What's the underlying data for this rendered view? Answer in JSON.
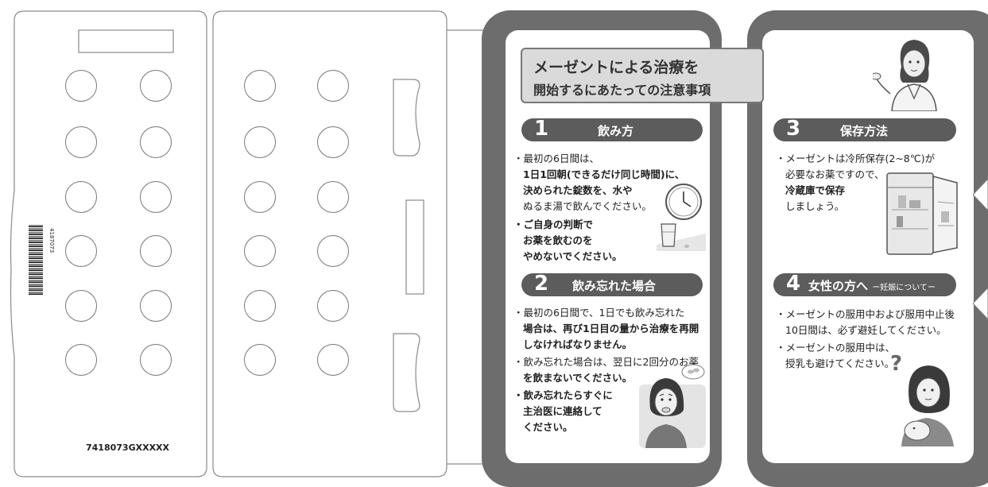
{
  "card": {
    "title_line1": "メーゼントによる治療を",
    "title_line2": "開始するにあたっての注意事項"
  },
  "sections": {
    "s1": {
      "number": "1",
      "heading": "飲み方",
      "lines": [
        "・最初の6日間は、",
        "1日1回朝(できるだけ同じ時間)に、",
        "決められた錠数を、水や",
        "ぬるま湯で飲んでください。"
      ],
      "bullet2": [
        "・ご自身の判断で",
        "お薬を飲むのを",
        "やめないでください。"
      ]
    },
    "s2": {
      "number": "2",
      "heading": "飲み忘れた場合",
      "lines": [
        "・最初の6日間で、1日でも飲み忘れた",
        "場合は、再び1日目の量から治療を再開",
        "しなければなりません。"
      ],
      "bullet2": [
        "・飲み忘れた場合は、翌日に2回分のお薬",
        "を飲まないでください。"
      ],
      "bullet3": [
        "・飲み忘れたらすぐに",
        "主治医に連絡して",
        "ください。"
      ]
    },
    "s3": {
      "number": "3",
      "heading": "保存方法",
      "lines": [
        "・メーゼントは冷所保存(2~8℃)が",
        "必要なお薬ですので、",
        "冷蔵庫で保存",
        "しましょう。"
      ]
    },
    "s4": {
      "number": "4",
      "heading": "女性の方へ",
      "subheading": "ー妊娠についてー",
      "lines": [
        "・メーゼントの服用中および服用中止後",
        "10日間は、必ず避妊してください。"
      ],
      "bullet2": [
        "・メーゼントの服用中は、",
        "授乳も避けてください。"
      ]
    }
  },
  "blister": {
    "barcode_text": "4187073",
    "code_label": "7418073GXXXXX"
  },
  "colors": {
    "panel": "#6d6d6d",
    "header_pill": "#5c5c5c",
    "title_box": "#dadada"
  },
  "icons": [
    "clock-icon",
    "glass-icon",
    "doctor-illustration",
    "fridge-illustration",
    "worried-woman-illustration",
    "mother-baby-illustration",
    "question-mark-icon",
    "pill-thought-icon"
  ]
}
